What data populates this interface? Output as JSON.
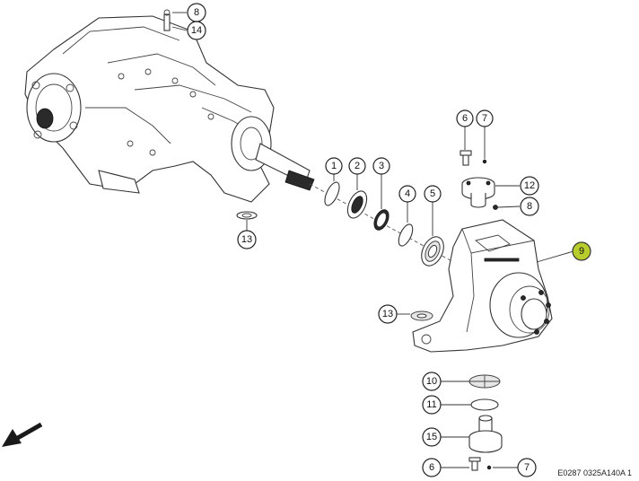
{
  "reference_code": "E0287 0325A140A 1",
  "highlight_color": "#b9cc2e",
  "callouts": [
    {
      "id": "c8_top",
      "label": "8"
    },
    {
      "id": "c14",
      "label": "14"
    },
    {
      "id": "c6_top",
      "label": "6"
    },
    {
      "id": "c7_top",
      "label": "7"
    },
    {
      "id": "c1",
      "label": "1"
    },
    {
      "id": "c2",
      "label": "2"
    },
    {
      "id": "c3",
      "label": "3"
    },
    {
      "id": "c12",
      "label": "12"
    },
    {
      "id": "c8_mid",
      "label": "8"
    },
    {
      "id": "c4",
      "label": "4"
    },
    {
      "id": "c5",
      "label": "5"
    },
    {
      "id": "c13_left",
      "label": "13"
    },
    {
      "id": "c9",
      "label": "9",
      "highlighted": true
    },
    {
      "id": "c13_mid",
      "label": "13"
    },
    {
      "id": "c10",
      "label": "10"
    },
    {
      "id": "c11",
      "label": "11"
    },
    {
      "id": "c15",
      "label": "15"
    },
    {
      "id": "c6_bot",
      "label": "6"
    },
    {
      "id": "c7_bot",
      "label": "7"
    }
  ],
  "icons": {
    "direction_arrow": "arrow-down-left-icon"
  }
}
